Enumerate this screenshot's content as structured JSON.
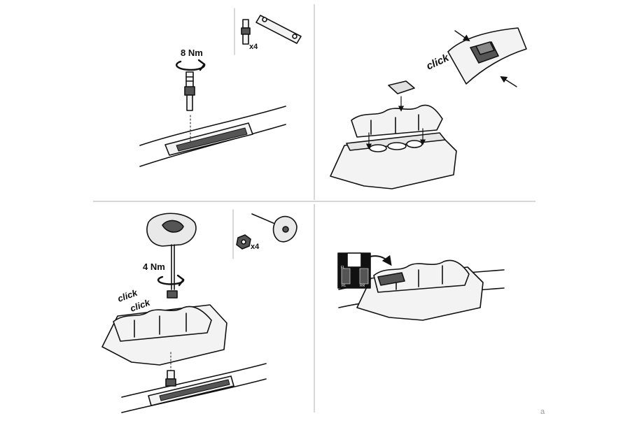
{
  "panel1": {
    "torque": "8 Nm",
    "qty": "x4"
  },
  "panel2": {
    "click": "click"
  },
  "panel3": {
    "torque": "4 Nm",
    "qty": "x4",
    "click_1": "click",
    "click_2": "click"
  },
  "panel4": {
    "label_fl": "FL",
    "label_rl": "RL",
    "label_rr": "RR"
  },
  "footer": {
    "mark": "a"
  },
  "colors": {
    "line": "#111111",
    "frame": "#bdbdbd",
    "fill_light": "#f3f3f3",
    "fill_dark": "#555555"
  }
}
